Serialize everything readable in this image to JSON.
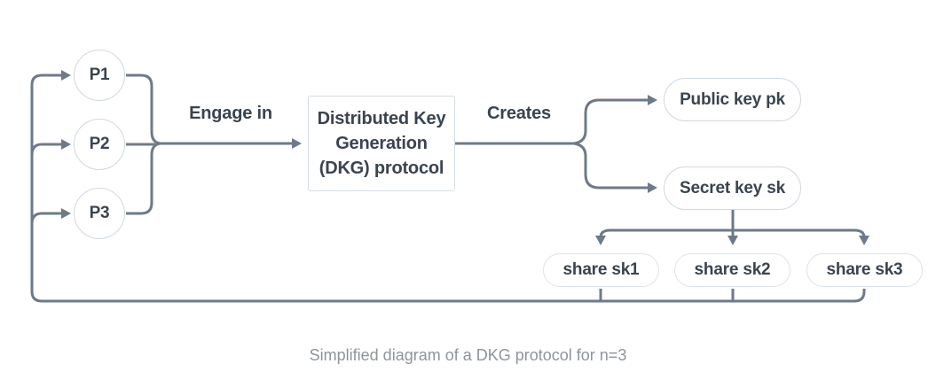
{
  "diagram": {
    "caption": "Simplified diagram of a DKG protocol for n=3",
    "participants": [
      {
        "id": "p1",
        "label": "P1"
      },
      {
        "id": "p2",
        "label": "P2"
      },
      {
        "id": "p3",
        "label": "P3"
      }
    ],
    "edge_labels": {
      "engage": "Engage in",
      "creates": "Creates"
    },
    "dkg_box": {
      "line1": "Distributed Key",
      "line2": "Generation",
      "line3": "(DKG) protocol"
    },
    "outputs": [
      {
        "id": "public-key",
        "label": "Public key pk"
      },
      {
        "id": "secret-key",
        "label": "Secret key sk"
      }
    ],
    "shares": [
      {
        "id": "share-sk1",
        "label": "share sk1"
      },
      {
        "id": "share-sk2",
        "label": "share sk2"
      },
      {
        "id": "share-sk3",
        "label": "share sk3"
      }
    ]
  },
  "theme": {
    "line-color": "#6e7a89",
    "node-border": "#cfd8e1",
    "share-border": "#dde3ea",
    "box-border": "#d5dce2",
    "node-text": "#3a4450",
    "caption-text": "#8e949b",
    "bg": "#ffffff"
  }
}
